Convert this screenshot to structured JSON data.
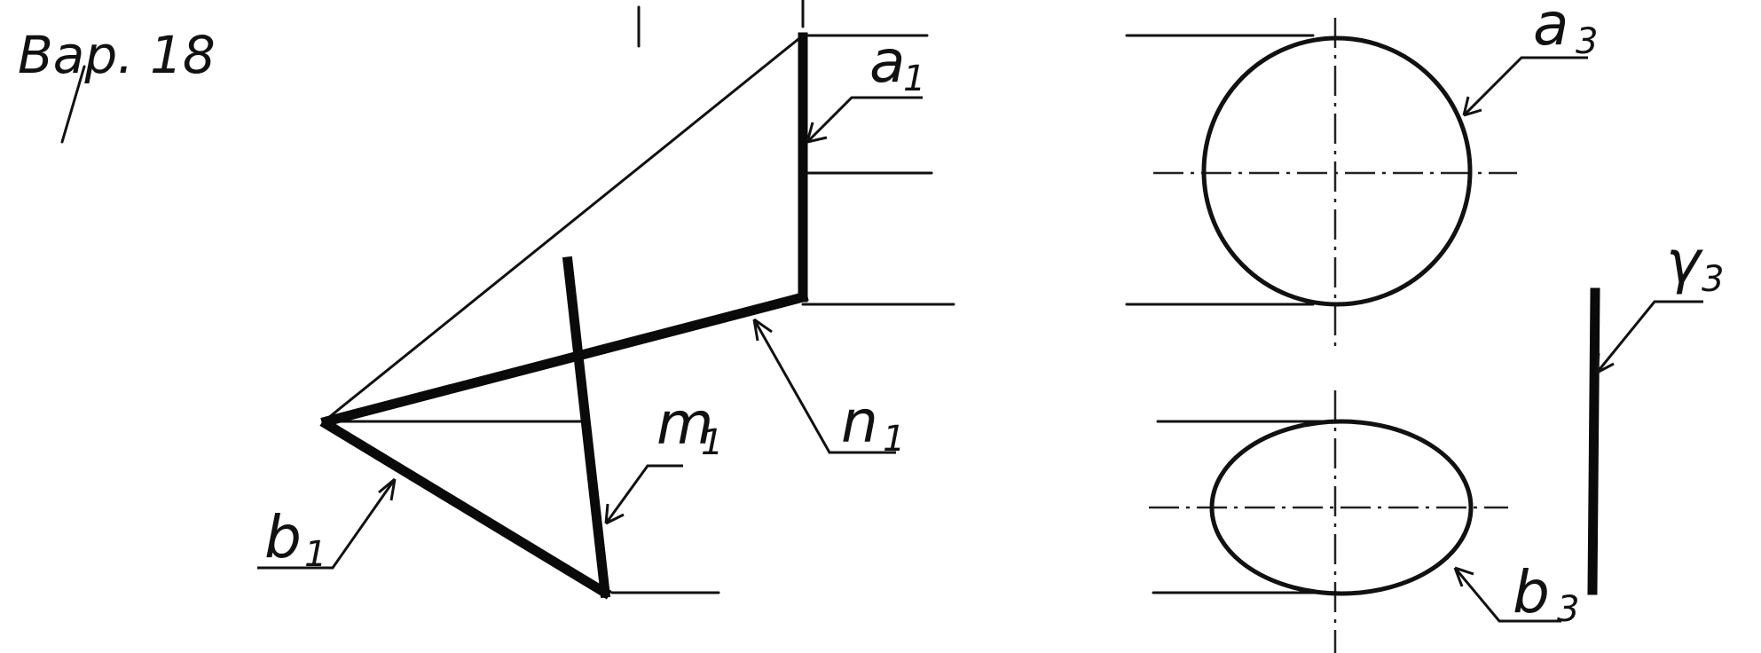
{
  "title": "Вар. 18",
  "labels": {
    "a1": {
      "letter": "a",
      "sub": "1"
    },
    "n1": {
      "letter": "n",
      "sub": "1"
    },
    "m1": {
      "letter": "m",
      "sub": "1"
    },
    "b1": {
      "letter": "b",
      "sub": "1"
    },
    "a3": {
      "letter": "a",
      "sub": "3"
    },
    "b3": {
      "letter": "b",
      "sub": "3"
    },
    "g3": {
      "letter": "γ",
      "sub": "3"
    }
  }
}
